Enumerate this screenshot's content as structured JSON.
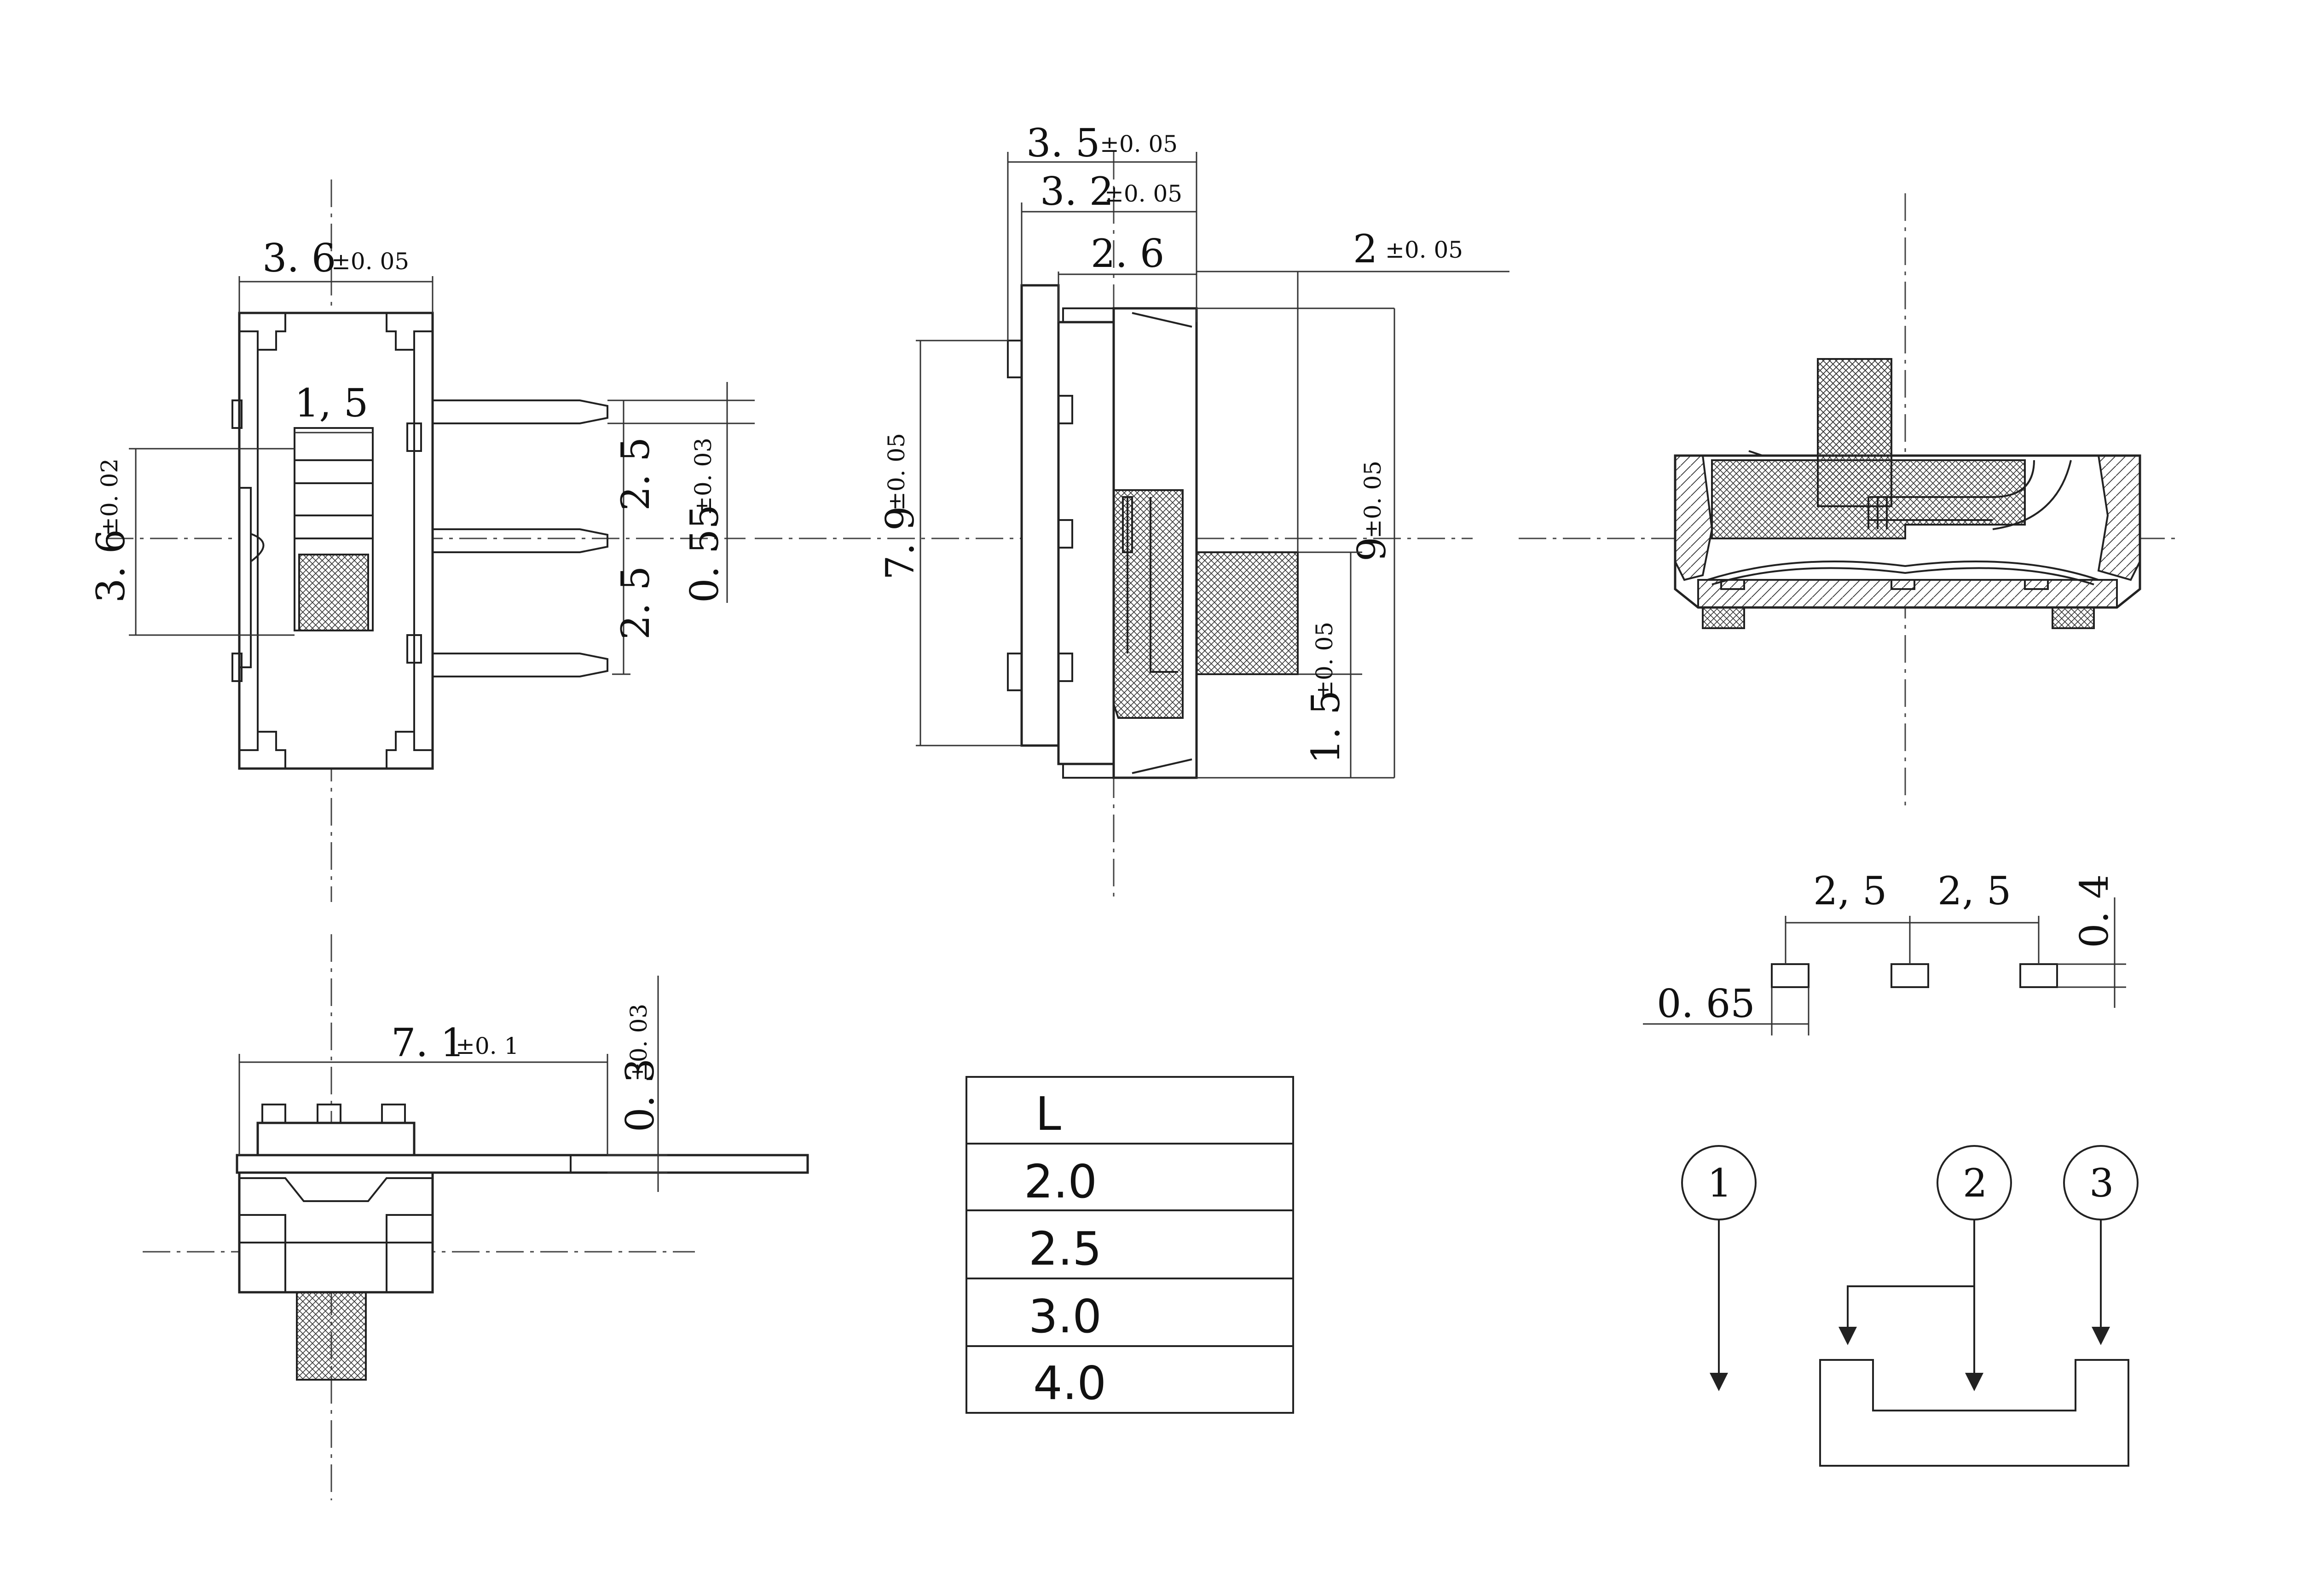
{
  "dimensions": {
    "front_width": "3. 6",
    "front_width_tol": "±0. 05",
    "actuator_width": "1, 5",
    "front_height": "3. 6",
    "front_height_tol": "±0. 02",
    "pin_pitch_upper": "2. 5",
    "pin_pitch_lower": "2. 5",
    "pin_thickness": "0. 55",
    "pin_thickness_tol": "±0. 03",
    "side_depth_outer": "3. 5",
    "side_depth_outer_tol": "±0. 05",
    "side_depth_inner": "3. 2",
    "side_depth_inner_tol": "±0. 05",
    "side_body": "2. 6",
    "lever_length": "2",
    "lever_length_tol": "±0. 05",
    "side_height": "7. 9",
    "side_height_tol": "±0. 05",
    "overall_height": "9",
    "overall_height_tol": "±0. 05",
    "lever_width": "1. 5",
    "lever_width_tol": "±0. 05",
    "bottom_length": "7. 1",
    "bottom_length_tol": "±0. 1",
    "bottom_pin_thickness": "0. 3",
    "bottom_pin_thickness_tol": "±0. 03"
  },
  "footprint": {
    "pitch_left": "2, 5",
    "pitch_right": "2, 5",
    "pad_width": "0. 65",
    "pad_height": "0. 4"
  },
  "length_table": {
    "header": "L",
    "rows": [
      "2.0",
      "2.5",
      "3.0",
      "4.0"
    ]
  },
  "schematic": {
    "pins": [
      "1",
      "2",
      "3"
    ]
  }
}
